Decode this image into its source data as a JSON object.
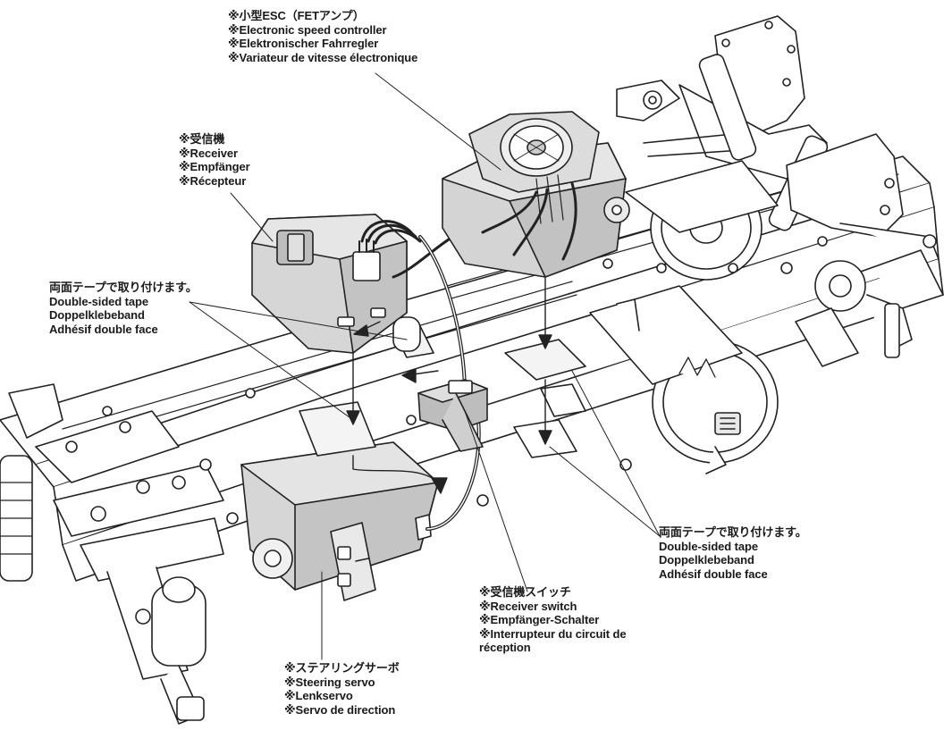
{
  "callouts": {
    "esc": {
      "lines": [
        "※小型ESC（FETアンプ）",
        "※Electronic speed controller",
        "※Elektronischer Fahrregler",
        "※Variateur de vitesse électronique"
      ]
    },
    "receiver": {
      "lines": [
        "※受信機",
        "※Receiver",
        "※Empfänger",
        "※Récepteur"
      ]
    },
    "tape_left": {
      "lines": [
        "両面テープで取り付けます。",
        "Double-sided tape",
        "Doppelklebeband",
        "Adhésif double face"
      ]
    },
    "tape_right": {
      "lines": [
        "両面テープで取り付けます。",
        "Double-sided tape",
        "Doppelklebeband",
        "Adhésif double face"
      ]
    },
    "receiver_switch": {
      "lines": [
        "※受信機スイッチ",
        "※Receiver switch",
        "※Empfänger-Schalter",
        "※Interrupteur du circuit de",
        "réception"
      ]
    },
    "steering_servo": {
      "lines": [
        "※ステアリングサーボ",
        "※Steering servo",
        "※Lenkservo",
        "※Servo de direction"
      ]
    }
  },
  "colors": {
    "line": "#222222",
    "component_fill": "#d6d6d6",
    "component_dark": "#b8b8b8",
    "chassis_fill": "#ffffff",
    "tape_fill": "#f2f2f2"
  }
}
